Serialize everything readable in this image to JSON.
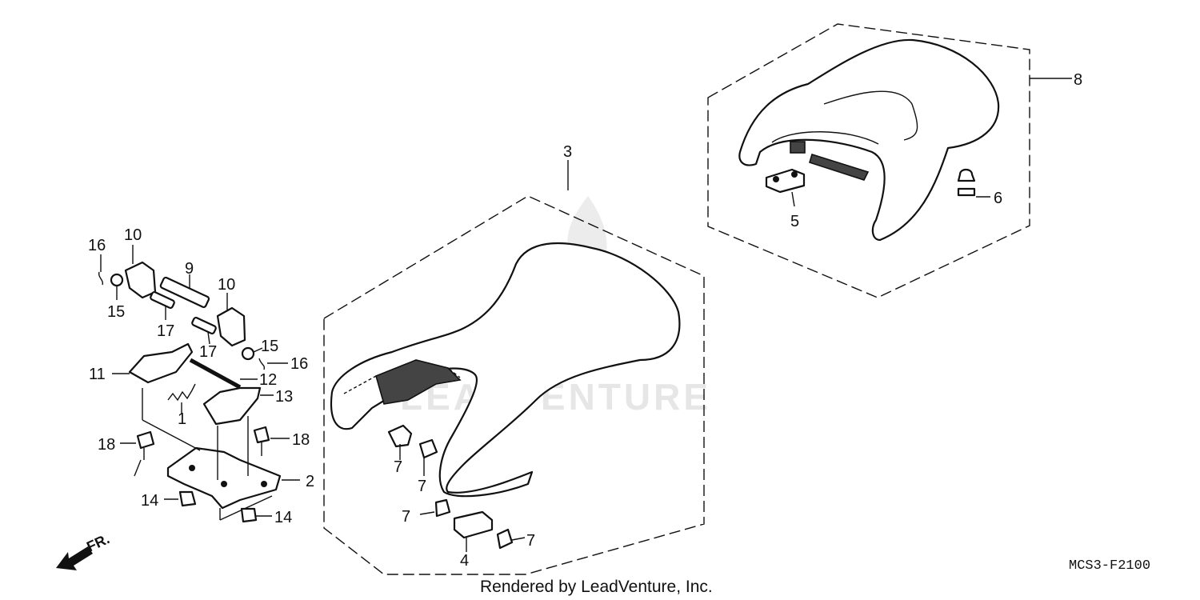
{
  "diagram_code": "MCS3-F2100",
  "credit": "Rendered by LeadVenture, Inc.",
  "watermark": "LEADVENTURE",
  "front_label": "FR.",
  "callouts": {
    "c1": "1",
    "c2": "2",
    "c3": "3",
    "c4": "4",
    "c5": "5",
    "c6": "6",
    "c7a": "7",
    "c7b": "7",
    "c7c": "7",
    "c7d": "7",
    "c8": "8",
    "c9": "9",
    "c10a": "10",
    "c10b": "10",
    "c11": "11",
    "c12": "12",
    "c13": "13",
    "c14a": "14",
    "c14b": "14",
    "c15a": "15",
    "c15b": "15",
    "c16a": "16",
    "c16b": "16",
    "c17a": "17",
    "c17b": "17",
    "c18a": "18",
    "c18b": "18"
  },
  "icons": {
    "front_arrow": "arrow-front-icon"
  }
}
